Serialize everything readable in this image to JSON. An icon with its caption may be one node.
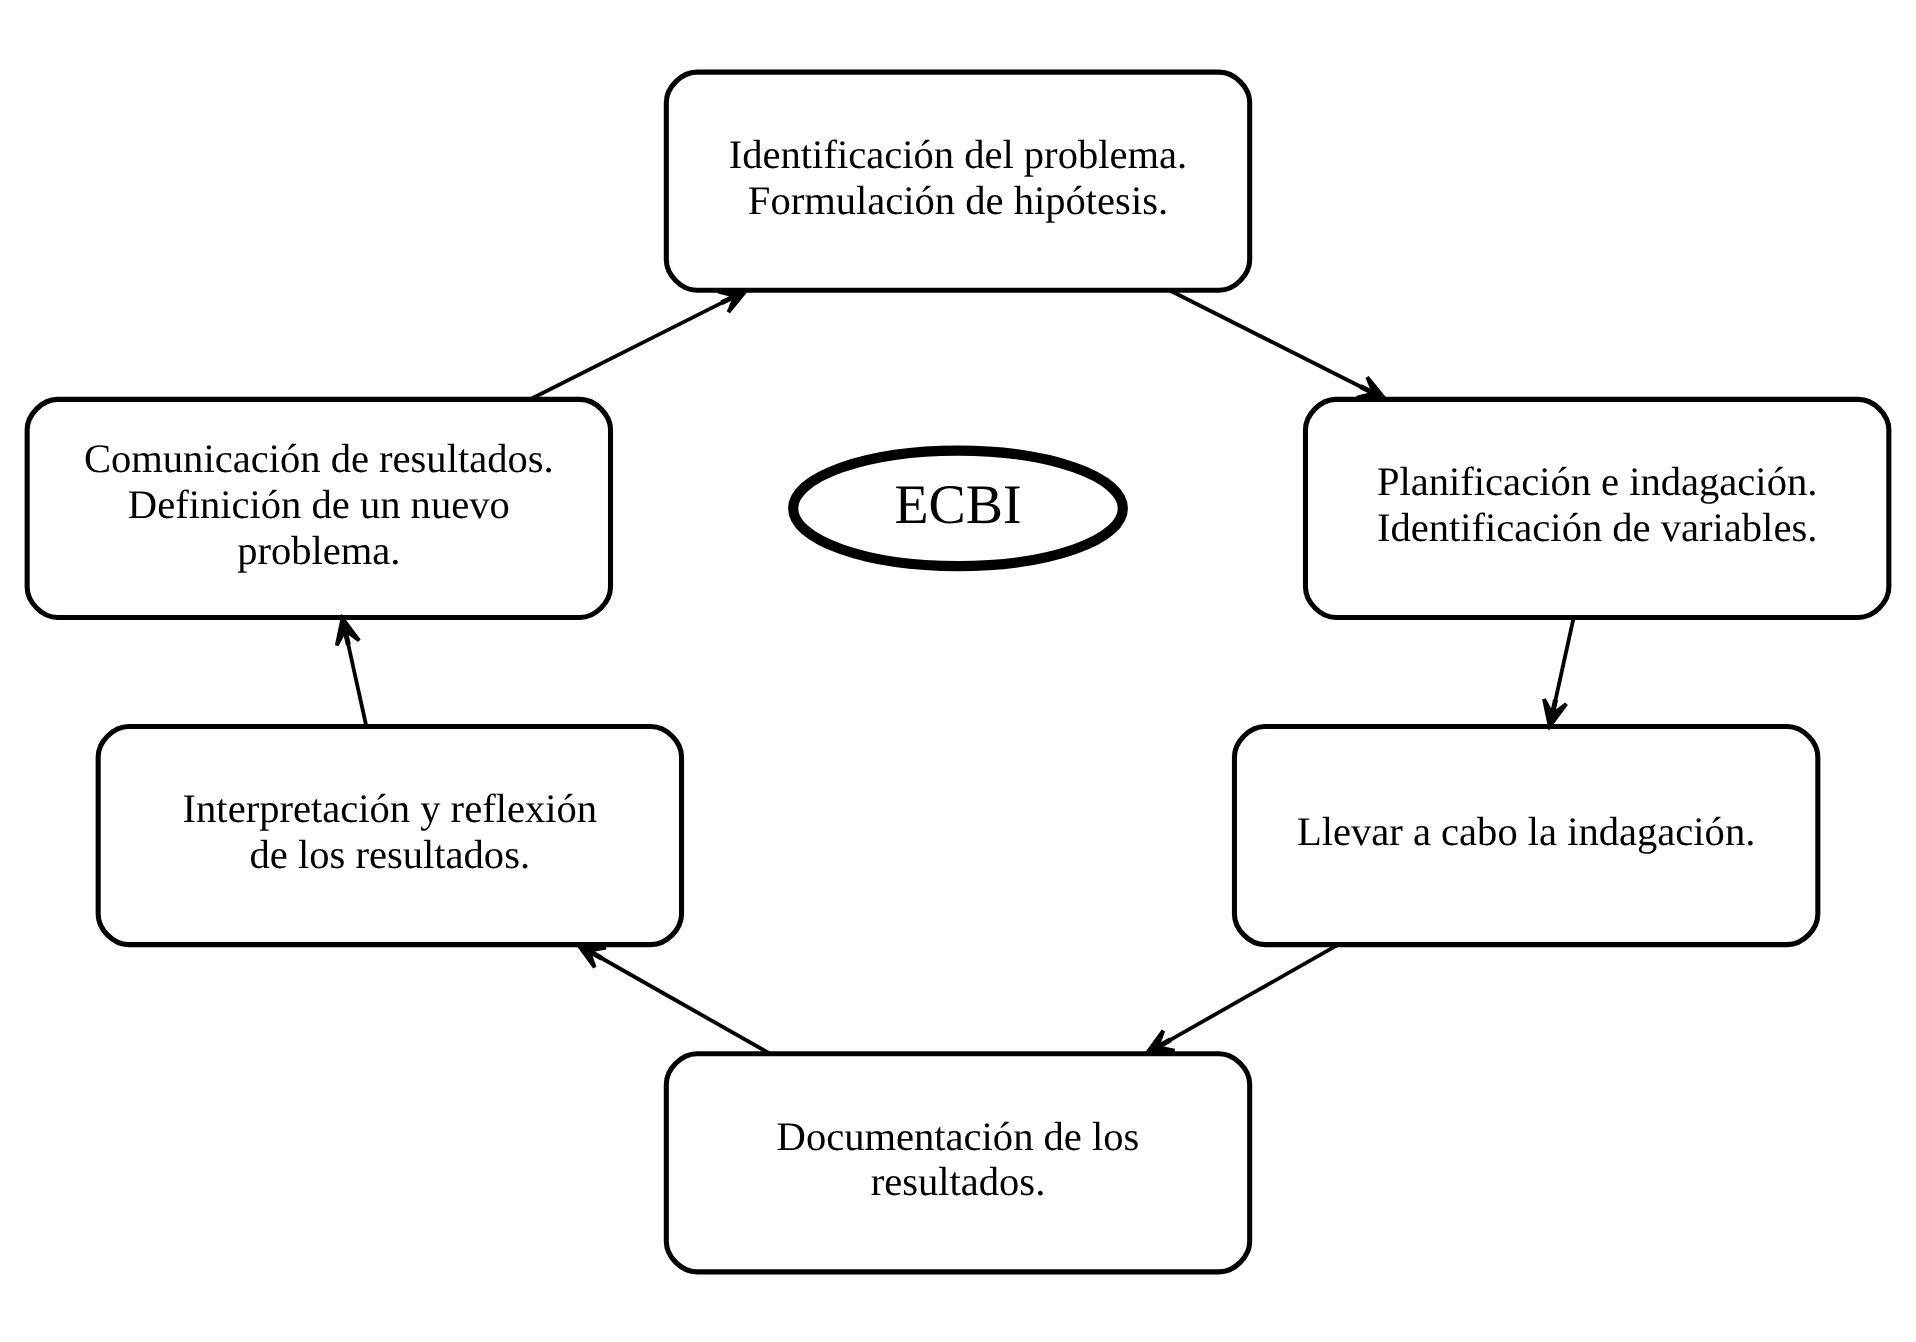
{
  "diagram": {
    "nodes": [
      {
        "text": [
          "Identificación del problema. Formulación de hipótesis."
        ]
      },
      {
        "text": [
          "Planificación e indagación. Identificación de variables."
        ]
      },
      {
        "text": [
          "Llevar a cabo la indagación."
        ]
      },
      {
        "text": [
          "Documentación de los resultados."
        ]
      },
      {
        "text": [
          "Interpretación y reflexión de los resultados."
        ]
      },
      {
        "text": [
          "Comunicación de resultados. Definición de un nuevo problema."
        ]
      },
      {
        "text": [
          "ECBI"
        ]
      }
    ],
    "edges": [
      {
        "from": 0,
        "to": 1,
        "arrow": "to"
      },
      {
        "from": 1,
        "to": 2,
        "arrow": "to"
      },
      {
        "from": 2,
        "to": 3,
        "arrow": "to"
      },
      {
        "from": 3,
        "to": 4,
        "arrow": "to"
      },
      {
        "from": 4,
        "to": 5,
        "arrow": "to"
      },
      {
        "from": 5,
        "to": 0,
        "arrow": "to"
      }
    ]
  }
}
